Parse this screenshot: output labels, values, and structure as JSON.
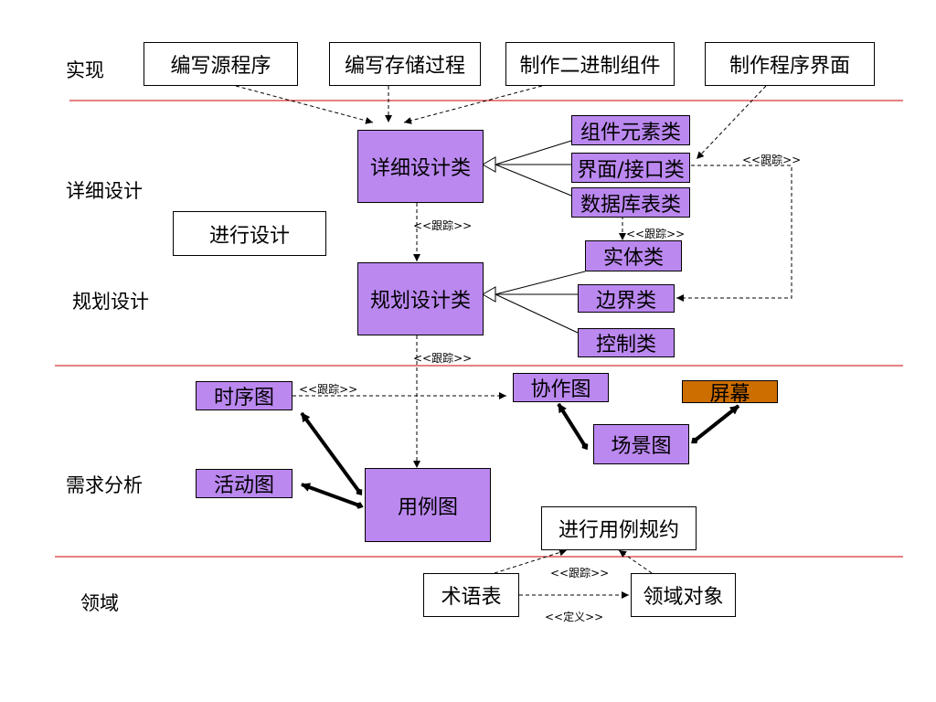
{
  "layers": {
    "implementation": "实现",
    "detailed_design": "详细设计",
    "planning_design": "规划设计",
    "requirements": "需求分析",
    "domain": "领域"
  },
  "boxes": {
    "write_source": "编写源程序",
    "write_stored_proc": "编写存储过程",
    "make_binary": "制作二进制组件",
    "make_ui": "制作程序界面",
    "detail_design_class": "详细设计类",
    "component_class": "组件元素类",
    "ui_interface_class": "界面/接口类",
    "db_table_class": "数据库表类",
    "do_design": "进行设计",
    "entity_class": "实体类",
    "planning_class": "规划设计类",
    "boundary_class": "边界类",
    "control_class": "控制类",
    "sequence_diagram": "时序图",
    "collaboration_diagram": "协作图",
    "screen": "屏幕",
    "scenario_diagram": "场景图",
    "activity_diagram": "活动图",
    "use_case_diagram": "用例图",
    "do_use_case_spec": "进行用例规约",
    "glossary": "术语表",
    "domain_object": "领域对象"
  },
  "labels": {
    "trace": "<<跟踪>>",
    "define": "<<定义>>"
  },
  "colors": {
    "class_fill": "#bb88f0",
    "screen_fill": "#cc6e00",
    "layer_line": "#cc0000"
  }
}
